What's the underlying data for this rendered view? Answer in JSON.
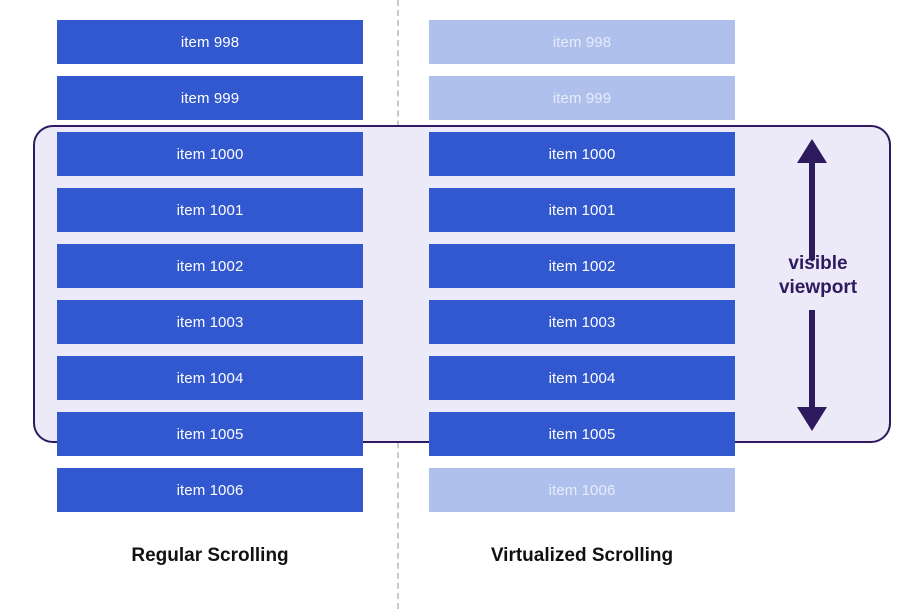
{
  "diagram": {
    "title": "Regular Scrolling vs Virtualized Scrolling",
    "colors": {
      "item_solid_bg": "#3258d0",
      "item_solid_text": "#ffffff",
      "item_faded_bg": "#b0c0ec",
      "item_faded_text": "#e6ecfa",
      "viewport_fill": "#ece9f8",
      "viewport_border": "#2e1a5e",
      "arrow": "#2e1a5e",
      "divider": "#c9c9c9",
      "caption_text": "#111111",
      "page_bg": "#ffffff"
    }
  },
  "columns": [
    {
      "id": "regular",
      "caption": "Regular Scrolling",
      "items": [
        {
          "label": "item 998",
          "state": "rendered"
        },
        {
          "label": "item 999",
          "state": "rendered"
        },
        {
          "label": "item 1000",
          "state": "rendered"
        },
        {
          "label": "item 1001",
          "state": "rendered"
        },
        {
          "label": "item 1002",
          "state": "rendered"
        },
        {
          "label": "item 1003",
          "state": "rendered"
        },
        {
          "label": "item 1004",
          "state": "rendered"
        },
        {
          "label": "item 1005",
          "state": "rendered"
        },
        {
          "label": "item 1006",
          "state": "rendered"
        }
      ]
    },
    {
      "id": "virtualized",
      "caption": "Virtualized Scrolling",
      "items": [
        {
          "label": "item 998",
          "state": "not-rendered"
        },
        {
          "label": "item 999",
          "state": "not-rendered"
        },
        {
          "label": "item 1000",
          "state": "rendered"
        },
        {
          "label": "item 1001",
          "state": "rendered"
        },
        {
          "label": "item 1002",
          "state": "rendered"
        },
        {
          "label": "item 1003",
          "state": "rendered"
        },
        {
          "label": "item 1004",
          "state": "rendered"
        },
        {
          "label": "item 1005",
          "state": "rendered"
        },
        {
          "label": "item 1006",
          "state": "not-rendered"
        }
      ]
    }
  ],
  "viewport": {
    "label_line1": "visible",
    "label_line2": "viewport",
    "first_visible_item": "item 1000",
    "last_visible_item": "item 1005",
    "visible_count": 6
  }
}
